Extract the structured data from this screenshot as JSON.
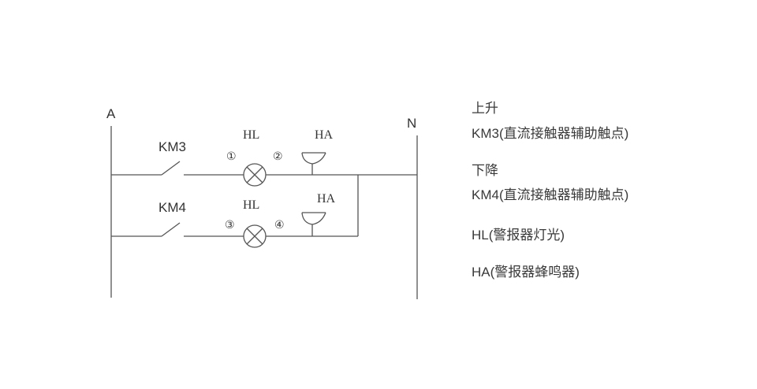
{
  "diagram": {
    "phase_label": "A",
    "neutral_label": "N",
    "rung1": {
      "contact_label": "KM3",
      "lamp_label": "HL",
      "horn_label": "HA",
      "node_left": "①",
      "node_right": "②"
    },
    "rung2": {
      "contact_label": "KM4",
      "lamp_label": "HL",
      "horn_label": "HA",
      "node_left": "③",
      "node_right": "④"
    },
    "colors": {
      "line": "#555555",
      "text": "#333333",
      "background": "#ffffff"
    }
  },
  "legend": {
    "up_title": "上升",
    "km3_desc": "KM3(直流接触器辅助触点)",
    "down_title": "下降",
    "km4_desc": "KM4(直流接触器辅助触点)",
    "hl_desc": "HL(警报器灯光)",
    "ha_desc": "HA(警报器蜂鸣器)"
  }
}
